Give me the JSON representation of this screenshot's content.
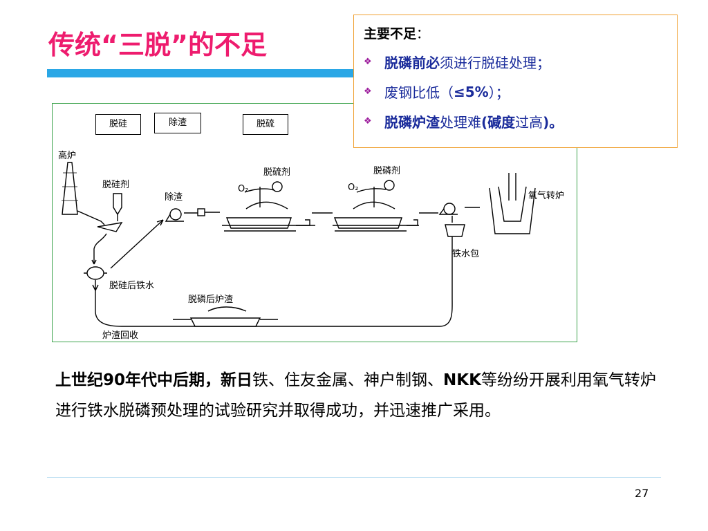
{
  "title": "传统“三脱”的不足",
  "panel": {
    "heading": "主要不足",
    "heading_colon": "：",
    "bullets": [
      {
        "emph": "脱磷前必",
        "rest": "须进行脱硅处理；"
      },
      {
        "pre": "废钢比低（",
        "emph": "≤5%",
        "rest": "）；"
      },
      {
        "emph": "脱磷炉渣",
        "mid": "处理难",
        "paren": "(碱度",
        "mid2": "过高",
        "end": ")。"
      }
    ]
  },
  "diagram": {
    "boxes": [
      "脱硅",
      "除渣",
      "脱硫"
    ],
    "labels": {
      "blast_furnace": "高炉",
      "desi_agent": "脱硅剂",
      "deslag": "除渣",
      "desulf_agent": "脱硫剂",
      "dephos_agent": "脱磷剂",
      "bof": "氧气转炉",
      "ladle": "铁水包",
      "hot_metal": "脱硅后铁水",
      "dephos_slag": "脱磷后炉渣",
      "slag_recovery": "炉渣回收",
      "o2_a": "O₂",
      "o2_b": "O₂"
    }
  },
  "paragraph": {
    "p1": "上世纪",
    "b1": "90",
    "p2": "年代中后期，新日",
    "p3": "铁、住友金属、神户制钢、",
    "b2": "NKK",
    "p4": "等纷纷开展利用氧气转炉进行铁水脱磷预处理的试验研究并取得成功，并迅速推广采用。"
  },
  "page_number": "27"
}
